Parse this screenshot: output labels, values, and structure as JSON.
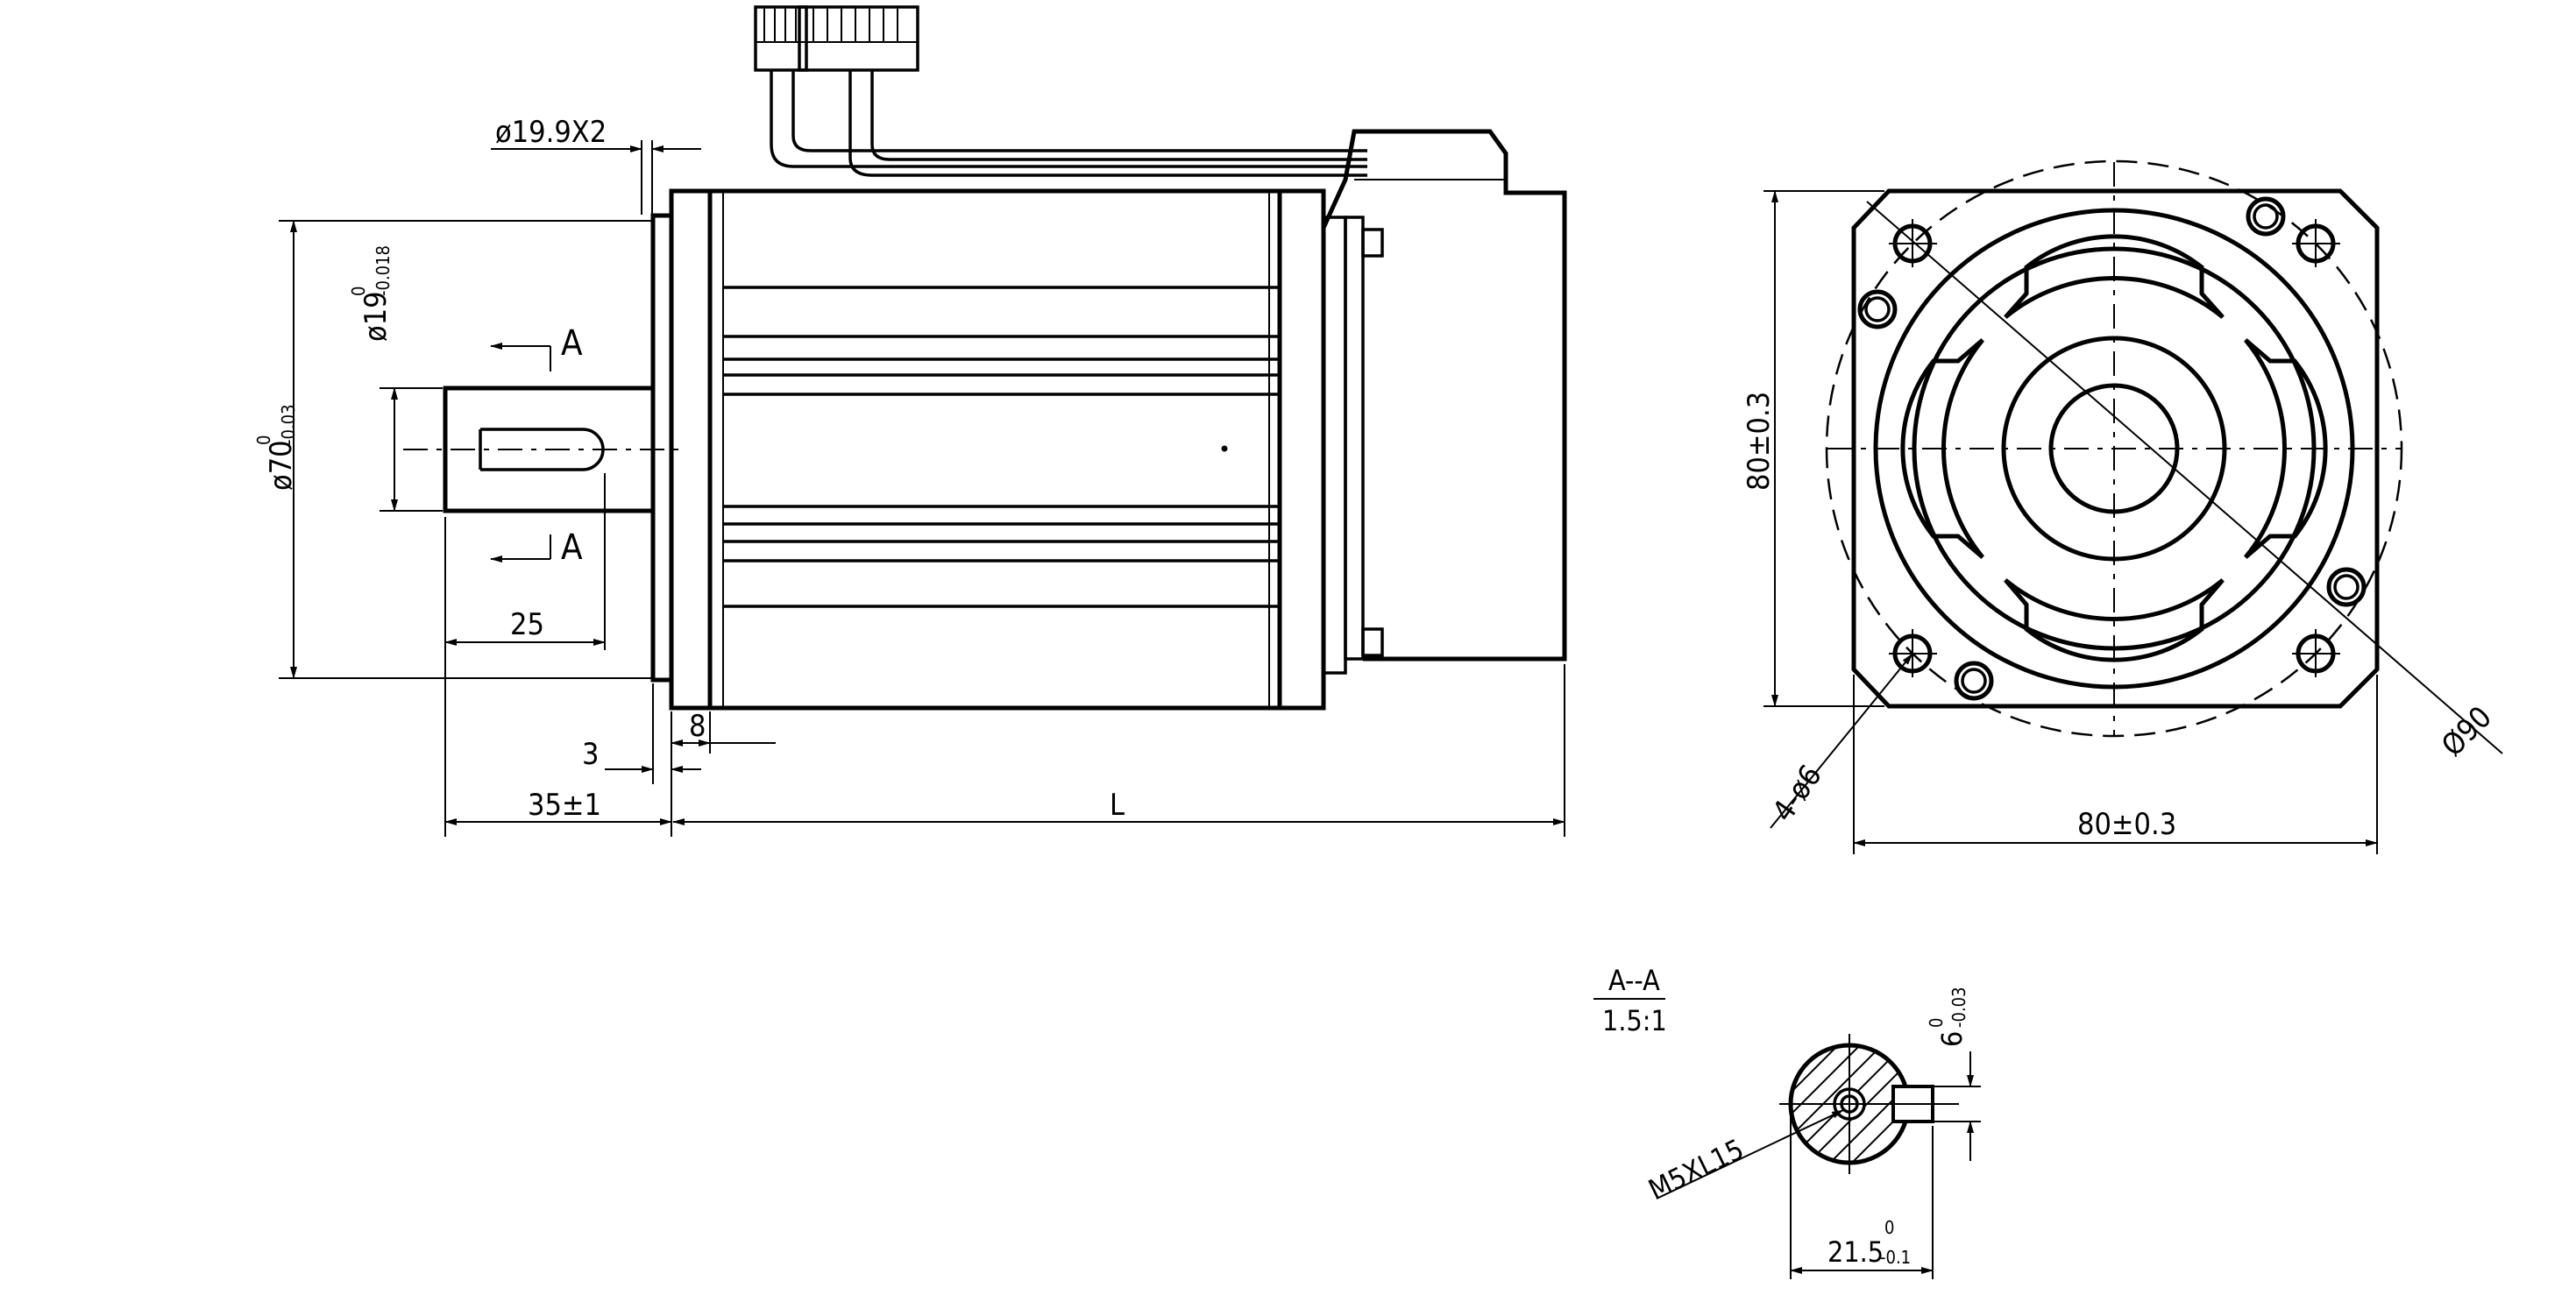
{
  "dimensions": {
    "d_flange_gap": "ø19.9X2",
    "d_shaft": "ø19",
    "d_shaft_tol_up": "0",
    "d_shaft_tol_low": "-0.018",
    "d_pilot": "ø70",
    "d_pilot_tol_up": "0",
    "d_pilot_tol_low": "-0.03",
    "section_marker": "A",
    "key_length": "25",
    "pilot_depth": "3",
    "flange_thickness": "8",
    "shaft_length": "35±1",
    "body_length": "L",
    "height": "80±0.3",
    "width": "80±0.3",
    "bolt_circle": "Ø90",
    "holes": "4-ø6"
  },
  "section": {
    "title": "A--A",
    "scale": "1.5:1",
    "key_width": "6",
    "key_tol_up": "0",
    "key_tol_low": "-0.03",
    "thread": "M5XL15",
    "key_height": "21.5",
    "key_height_tol_up": "0",
    "key_height_tol_low": "-0.1"
  }
}
